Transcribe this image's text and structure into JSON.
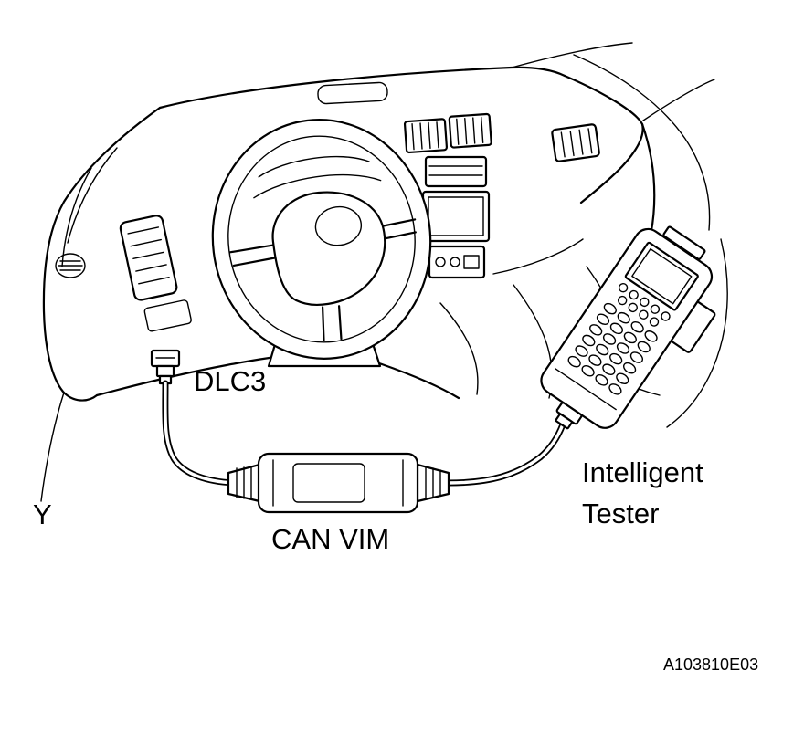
{
  "figure": {
    "labels": {
      "dlc3": "DLC3",
      "can_vim": "CAN VIM",
      "tester_line1": "Intelligent",
      "tester_line2": "Tester",
      "y_marker": "Y",
      "figure_code": "A103810E03"
    },
    "colors": {
      "line": "#000000",
      "background": "#ffffff"
    }
  }
}
